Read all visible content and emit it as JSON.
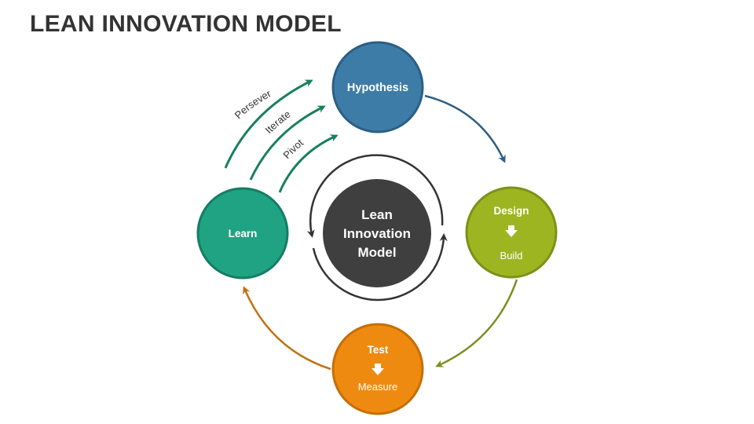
{
  "title": "LEAN INNOVATION MODEL",
  "center": {
    "line1": "Lean",
    "line2": "Innovation",
    "line3": "Model",
    "color": "#3f3f3f"
  },
  "nodes": {
    "hypothesis": {
      "label": "Hypothesis",
      "color": "#3e7ca8",
      "border": "#2b5f85"
    },
    "design_build": {
      "top": "Design",
      "bottom": "Build",
      "color": "#9eb522",
      "border": "#7d9118"
    },
    "test_measure": {
      "top": "Test",
      "bottom": "Measure",
      "color": "#ef8a10",
      "border": "#c56f07"
    },
    "learn": {
      "label": "Learn",
      "color": "#1fa383",
      "border": "#167d65"
    }
  },
  "paths": {
    "persevere": "Persevere",
    "iterate": "Iterate",
    "pivot": "Pivot"
  },
  "colors": {
    "learn_arrows": "#17805f",
    "hyp_arrow": "#2d5f84",
    "design_arrow": "#7b8f1f",
    "test_arrow": "#c07210",
    "center_ring": "#333333"
  },
  "icons": {
    "flow_arrow": "down-arrow-icon"
  }
}
